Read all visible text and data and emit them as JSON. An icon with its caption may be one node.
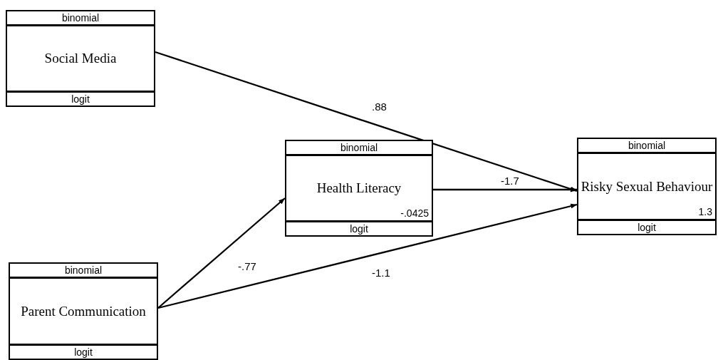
{
  "diagram": {
    "nodes": [
      {
        "text": [
          "binomial",
          "Social Media",
          "logit"
        ]
      },
      {
        "text": [
          "binomial",
          "Health Literacy",
          "-.0425",
          "logit"
        ]
      },
      {
        "text": [
          "binomial",
          "Risky Sexual Behaviour",
          "1.3",
          "logit"
        ]
      },
      {
        "text": [
          "binomial",
          "Parent Communication",
          "logit"
        ]
      }
    ],
    "edges": [
      {
        "from": 0,
        "to": 2,
        "arrow": "to",
        "label": ".88"
      },
      {
        "from": 1,
        "to": 2,
        "arrow": "to",
        "label": "-1.7"
      },
      {
        "from": 3,
        "to": 1,
        "arrow": "to",
        "label": "-.77"
      },
      {
        "from": 3,
        "to": 2,
        "arrow": "to",
        "label": "-1.1"
      }
    ]
  }
}
